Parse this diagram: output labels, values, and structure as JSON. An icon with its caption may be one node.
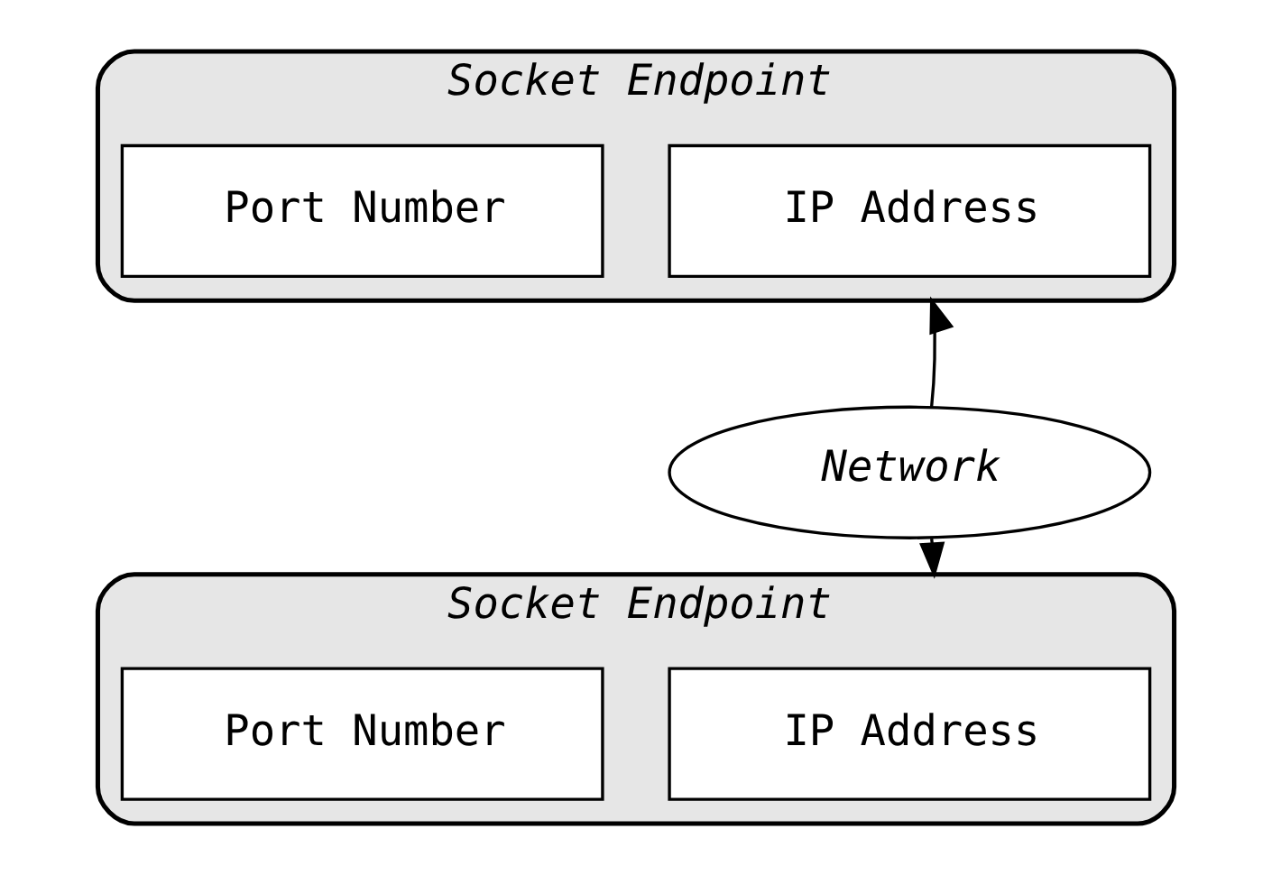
{
  "diagram": {
    "nodes": [
      {
        "text": [
          "Socket Endpoint"
        ]
      },
      {
        "text": [
          "IP Address"
        ],
        "in": 0
      },
      {
        "text": [
          "Port Number"
        ],
        "in": 0
      },
      {
        "text": [
          "Network"
        ]
      },
      {
        "text": [
          "Socket Endpoint"
        ]
      },
      {
        "text": [
          "IP Address"
        ],
        "in": 4
      },
      {
        "text": [
          "Port Number"
        ],
        "in": 4
      }
    ],
    "edges": [
      {
        "from": 3,
        "to": 0,
        "arrow": "to"
      },
      {
        "from": 3,
        "to": 4,
        "arrow": "to"
      }
    ]
  }
}
